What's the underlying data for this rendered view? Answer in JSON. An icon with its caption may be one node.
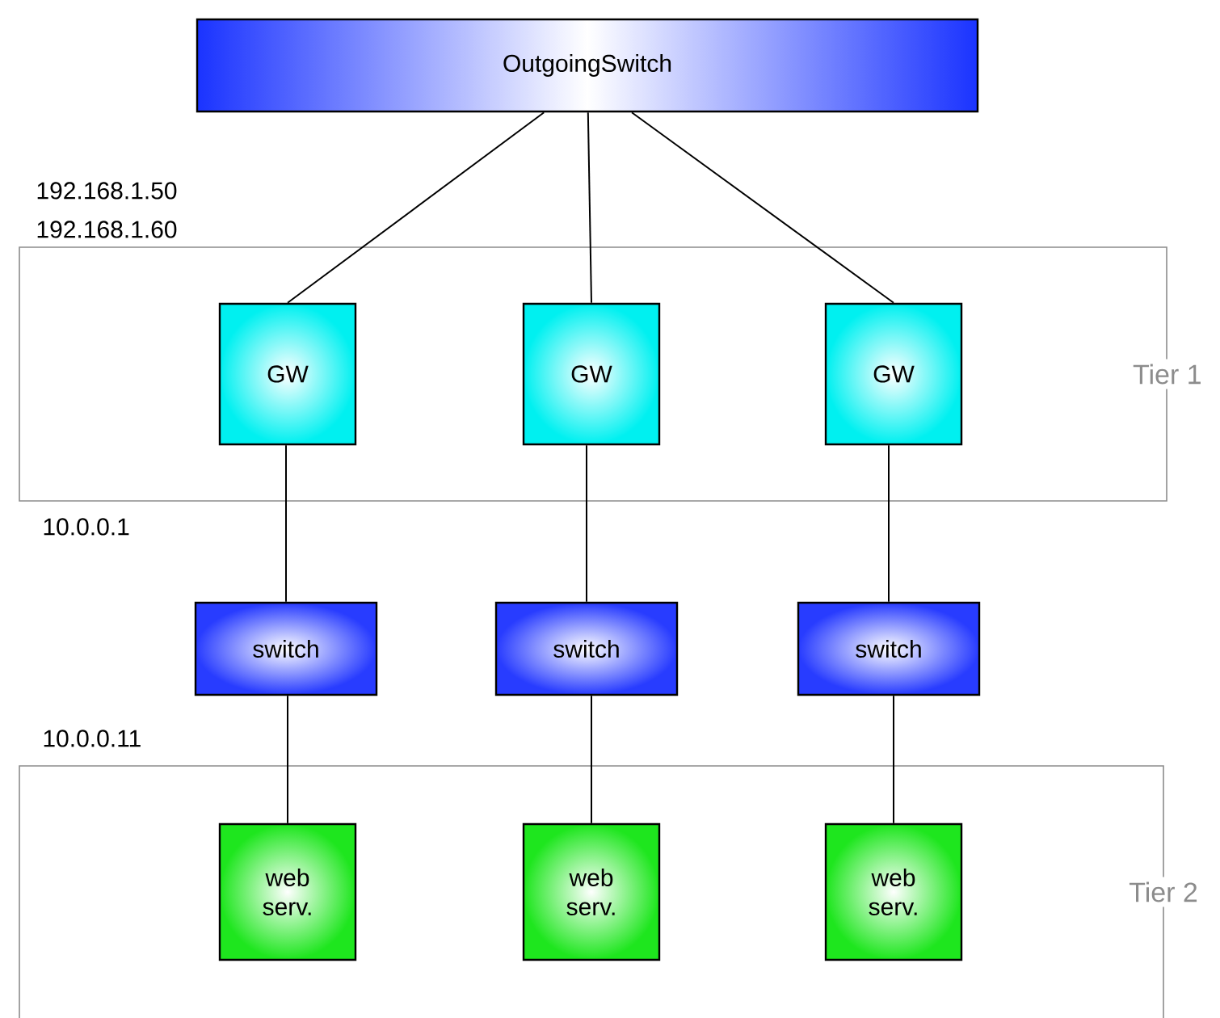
{
  "diagram": {
    "nodes": [
      {
        "text": [
          "OutgoingSwitch"
        ]
      },
      {
        "text": [
          "Tier 1"
        ]
      },
      {
        "text": [
          "GW"
        ],
        "in": 1
      },
      {
        "text": [
          "GW"
        ],
        "in": 1
      },
      {
        "text": [
          "GW"
        ],
        "in": 1
      },
      {
        "text": [
          "switch"
        ]
      },
      {
        "text": [
          "switch"
        ]
      },
      {
        "text": [
          "switch"
        ]
      },
      {
        "text": [
          "Tier 2"
        ]
      },
      {
        "text": [
          "web serv."
        ],
        "in": 8
      },
      {
        "text": [
          "web serv."
        ],
        "in": 8
      },
      {
        "text": [
          "web serv."
        ],
        "in": 8
      }
    ],
    "edges": [
      {
        "from": 0,
        "to": 2,
        "arrow": "none"
      },
      {
        "from": 0,
        "to": 3,
        "arrow": "none"
      },
      {
        "from": 0,
        "to": 4,
        "arrow": "none"
      },
      {
        "from": 2,
        "to": 5,
        "arrow": "none"
      },
      {
        "from": 3,
        "to": 6,
        "arrow": "none"
      },
      {
        "from": 4,
        "to": 7,
        "arrow": "none"
      },
      {
        "from": 5,
        "to": 9,
        "arrow": "none"
      },
      {
        "from": 6,
        "to": 10,
        "arrow": "none"
      },
      {
        "from": 7,
        "to": 11,
        "arrow": "none"
      }
    ],
    "labels": [
      "192.168.1.50",
      "192.168.1.60",
      "10.0.0.1",
      "10.0.0.11"
    ]
  }
}
